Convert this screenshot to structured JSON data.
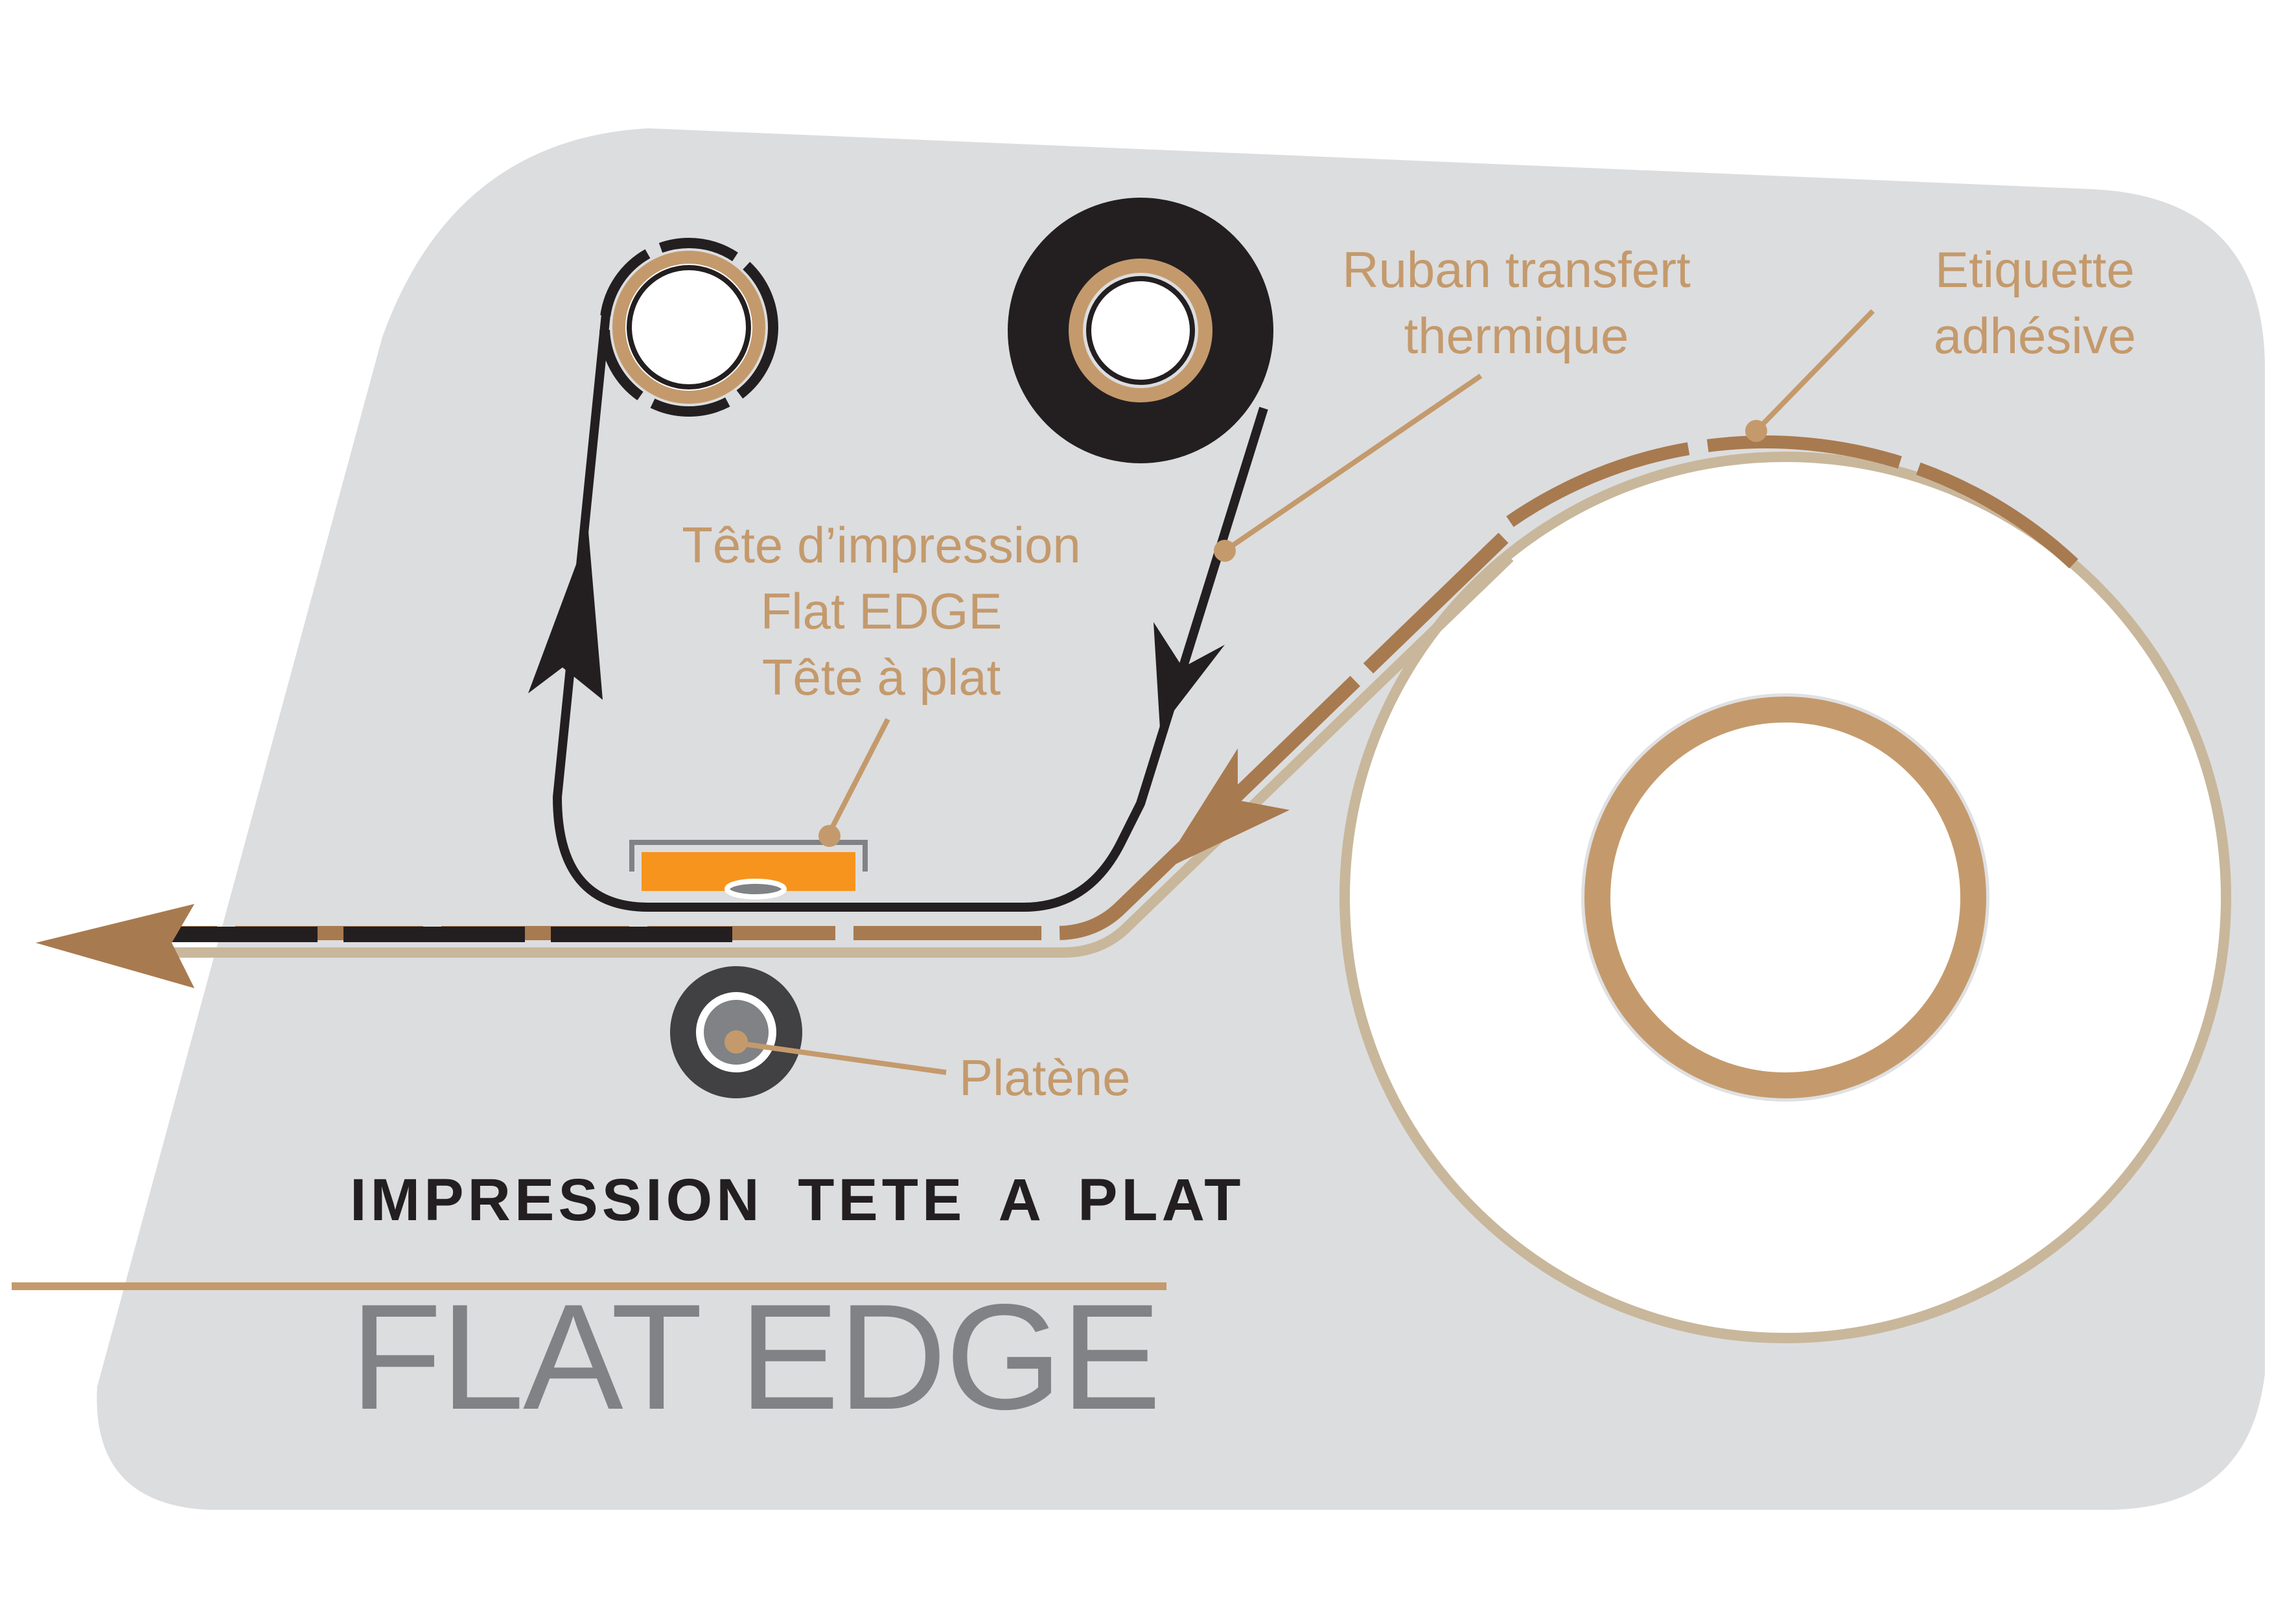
{
  "labels": {
    "ruban": [
      "Ruban transfert",
      "thermique"
    ],
    "etiquette": [
      "Etiquette",
      "adhésive"
    ],
    "tete": [
      "Tête d’impression",
      "Flat EDGE",
      "Tête à plat"
    ],
    "platene": "Platène"
  },
  "title": {
    "small": "IMPRESSION TETE A PLAT",
    "big": "FLAT EDGE"
  },
  "colors": {
    "panel": "#dcdddf",
    "accent": "#c49a6c",
    "label_strip": "#a87a4f",
    "ribbon": "#231f20",
    "print_head": "#f7941d",
    "title_big": "#808285"
  }
}
